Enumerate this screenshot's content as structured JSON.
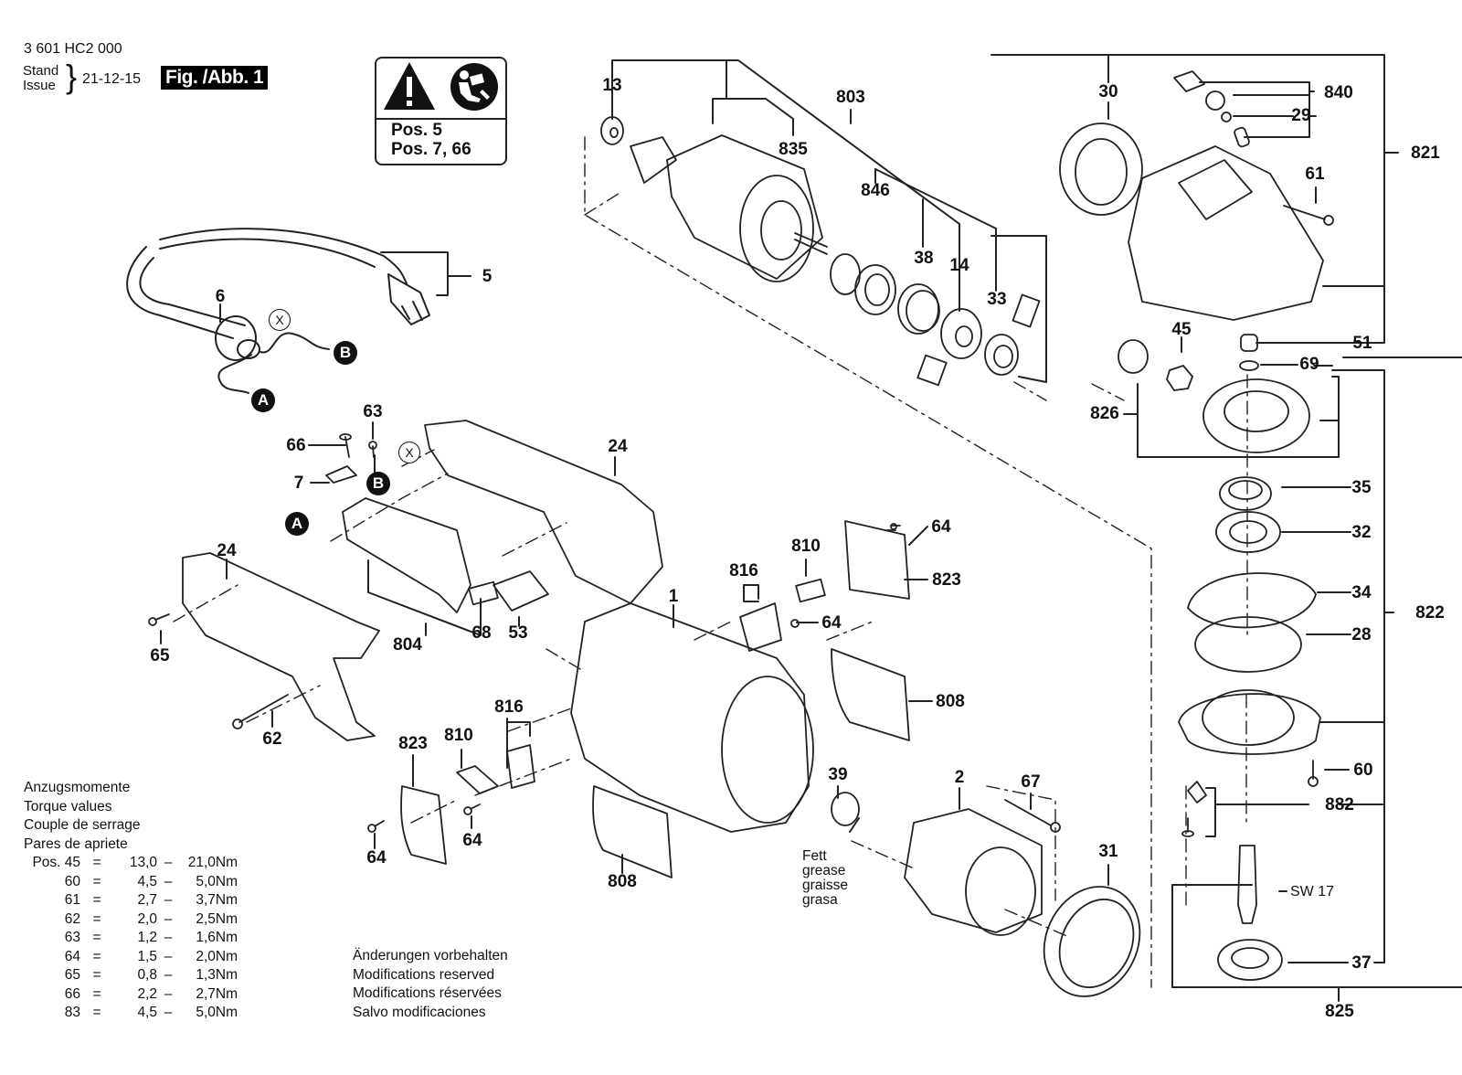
{
  "header": {
    "part_number": "3 601 HC2 000",
    "stand_label": "Stand",
    "issue_label": "Issue",
    "issue_date": "21-12-15",
    "figure_label": "Fig. /Abb. 1"
  },
  "warning_box": {
    "icons": [
      "warning-triangle-icon",
      "read-manual-icon"
    ],
    "line1": "Pos. 5",
    "line2": "Pos. 7, 66"
  },
  "callouts": {
    "A": "A",
    "B": "B",
    "X": "X"
  },
  "part_labels": [
    {
      "id": "13",
      "text": "13"
    },
    {
      "id": "803",
      "text": "803"
    },
    {
      "id": "835",
      "text": "835"
    },
    {
      "id": "846",
      "text": "846"
    },
    {
      "id": "38",
      "text": "38"
    },
    {
      "id": "14",
      "text": "14"
    },
    {
      "id": "33",
      "text": "33"
    },
    {
      "id": "30",
      "text": "30"
    },
    {
      "id": "840",
      "text": "840"
    },
    {
      "id": "29",
      "text": "29"
    },
    {
      "id": "821",
      "text": "821"
    },
    {
      "id": "61",
      "text": "61"
    },
    {
      "id": "51",
      "text": "51"
    },
    {
      "id": "45",
      "text": "45"
    },
    {
      "id": "69",
      "text": "69"
    },
    {
      "id": "826",
      "text": "826"
    },
    {
      "id": "35",
      "text": "35"
    },
    {
      "id": "32",
      "text": "32"
    },
    {
      "id": "34",
      "text": "34"
    },
    {
      "id": "822",
      "text": "822"
    },
    {
      "id": "28",
      "text": "28"
    },
    {
      "id": "60",
      "text": "60"
    },
    {
      "id": "882",
      "text": "882"
    },
    {
      "id": "37",
      "text": "37"
    },
    {
      "id": "825",
      "text": "825"
    },
    {
      "id": "5",
      "text": "5"
    },
    {
      "id": "6",
      "text": "6"
    },
    {
      "id": "63",
      "text": "63"
    },
    {
      "id": "66",
      "text": "66"
    },
    {
      "id": "7",
      "text": "7"
    },
    {
      "id": "24a",
      "text": "24"
    },
    {
      "id": "24b",
      "text": "24"
    },
    {
      "id": "65",
      "text": "65"
    },
    {
      "id": "62",
      "text": "62"
    },
    {
      "id": "804",
      "text": "804"
    },
    {
      "id": "68",
      "text": "68"
    },
    {
      "id": "53",
      "text": "53"
    },
    {
      "id": "1",
      "text": "1"
    },
    {
      "id": "816a",
      "text": "816"
    },
    {
      "id": "810a",
      "text": "810"
    },
    {
      "id": "64a",
      "text": "64"
    },
    {
      "id": "823a",
      "text": "823"
    },
    {
      "id": "64b",
      "text": "64"
    },
    {
      "id": "808a",
      "text": "808"
    },
    {
      "id": "816b",
      "text": "816"
    },
    {
      "id": "810b",
      "text": "810"
    },
    {
      "id": "823b",
      "text": "823"
    },
    {
      "id": "64c",
      "text": "64"
    },
    {
      "id": "64d",
      "text": "64"
    },
    {
      "id": "808b",
      "text": "808"
    },
    {
      "id": "39",
      "text": "39"
    },
    {
      "id": "2",
      "text": "2"
    },
    {
      "id": "67",
      "text": "67"
    },
    {
      "id": "31",
      "text": "31"
    }
  ],
  "spindle_note": "SW 17",
  "grease_note": [
    "Fett",
    "grease",
    "graisse",
    "grasa"
  ],
  "torque_table": {
    "titles": [
      "Anzugsmomente",
      "Torque values",
      "Couple de serrage",
      "Pares de apriete"
    ],
    "prefix": "Pos.",
    "rows": [
      {
        "pos": "45",
        "min": "13,0",
        "max": "21,0Nm"
      },
      {
        "pos": "60",
        "min": "4,5",
        "max": "5,0Nm"
      },
      {
        "pos": "61",
        "min": "2,7",
        "max": "3,7Nm"
      },
      {
        "pos": "62",
        "min": "2,0",
        "max": "2,5Nm"
      },
      {
        "pos": "63",
        "min": "1,2",
        "max": "1,6Nm"
      },
      {
        "pos": "64",
        "min": "1,5",
        "max": "2,0Nm"
      },
      {
        "pos": "65",
        "min": "0,8",
        "max": "1,3Nm"
      },
      {
        "pos": "66",
        "min": "2,2",
        "max": "2,7Nm"
      },
      {
        "pos": "83",
        "min": "4,5",
        "max": "5,0Nm"
      }
    ],
    "eq": "=",
    "dash": "–"
  },
  "modifications_note": [
    "Änderungen vorbehalten",
    "Modifications reserved",
    "Modifications réservées",
    "Salvo modificaciones"
  ]
}
